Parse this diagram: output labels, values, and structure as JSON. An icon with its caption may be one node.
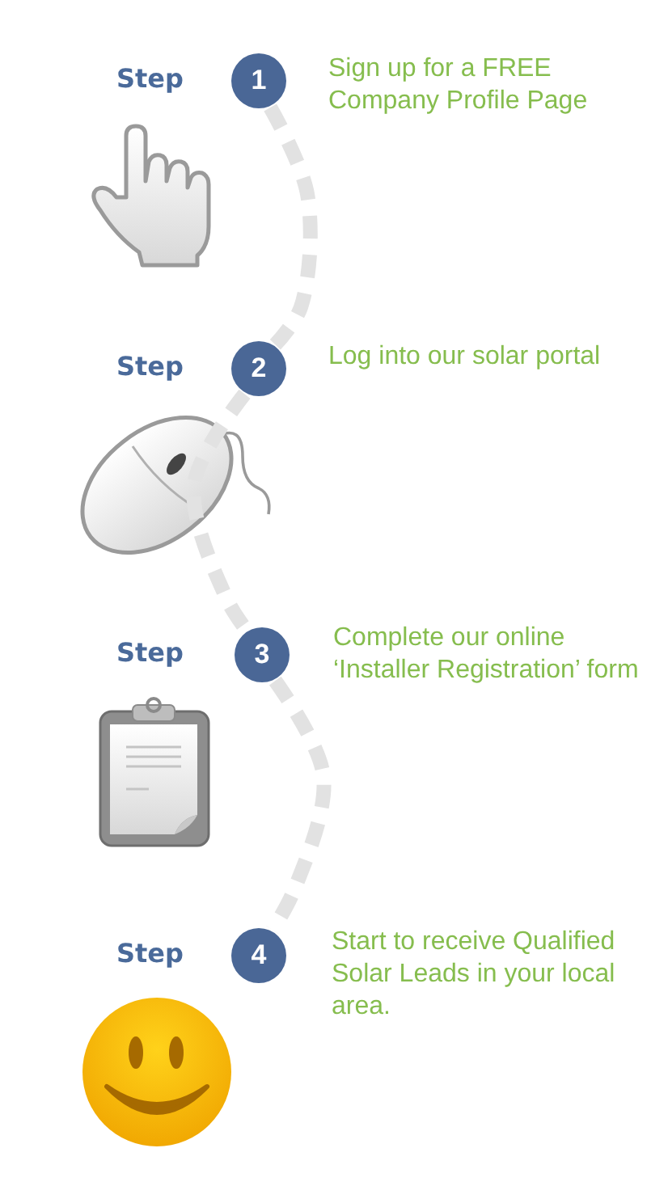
{
  "diagram": {
    "nodes": [
      {
        "text": [
          "1"
        ],
        "beside": [
          "Step",
          "Sign up for a FREE Company Profile Page"
        ]
      },
      {
        "text": [
          "2"
        ],
        "beside": [
          "Step",
          "Log into our solar portal"
        ]
      },
      {
        "text": [
          "3"
        ],
        "beside": [
          "Step",
          "Complete our online ‘Installer Registration’ form"
        ]
      },
      {
        "text": [
          "4"
        ],
        "beside": [
          "Step",
          "Start to receive Qualified Solar Leads in your local area."
        ]
      }
    ],
    "edges": [
      {
        "from": 0,
        "to": 1,
        "arrow": "none",
        "style": "dashed"
      },
      {
        "from": 1,
        "to": 2,
        "arrow": "none",
        "style": "dashed"
      },
      {
        "from": 2,
        "to": 3,
        "arrow": "none",
        "style": "dashed"
      }
    ]
  }
}
